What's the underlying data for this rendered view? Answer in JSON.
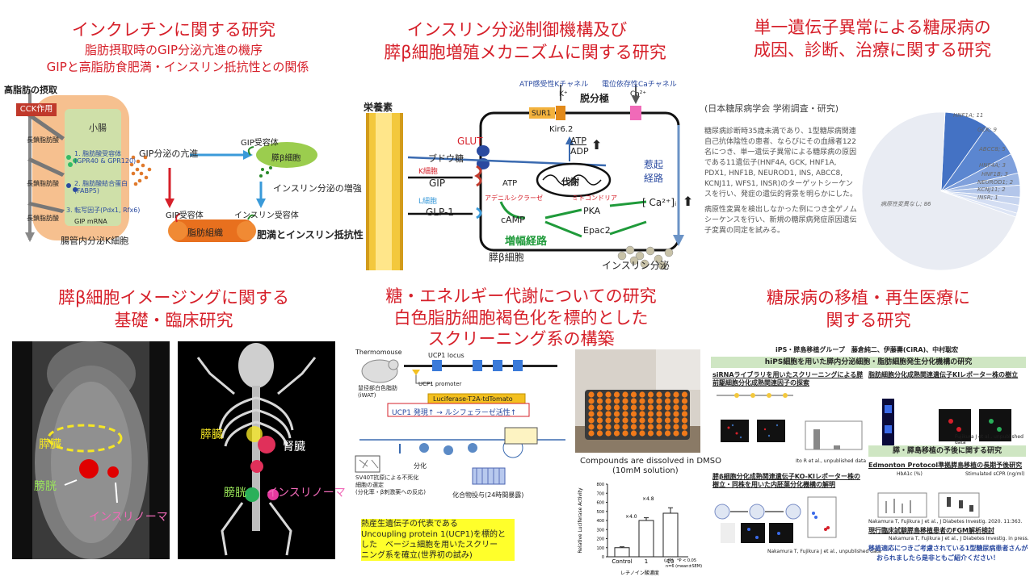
{
  "panels": {
    "incretin": {
      "title": "インクレチンに関する研究",
      "subtitle1": "脂肪摂取時のGIP分泌亢進の機序",
      "subtitle2": "GIPと高脂肪食肥満・インスリン抵抗性との関係",
      "fat_intake": "高脂肪の摂取",
      "cck": "CCK作用",
      "small_intestine": "小腸",
      "fa1": "長鎖脂肪酸",
      "fa2": "長鎖脂肪酸",
      "fa3": "長鎖脂肪酸",
      "item1": "1. 脂肪酸受容体",
      "item1b": "(GPR40 & GPR120)",
      "item2": "2. 脂肪酸結合蛋白",
      "item2b": "(FABP5)",
      "item3": "3. 転写因子(Pdx1, Rfx6)",
      "gip_mrna": "GIP mRNA",
      "k_cell": "腸管内分泌K細胞",
      "gip_secretion": "GIP分泌の亢進",
      "gip_receptor_top": "GIP受容体",
      "beta_cell": "膵β細胞",
      "insulin_increase": "インスリン分泌の増強",
      "gip_receptor_low": "GIP受容体",
      "insulin_receptor": "インスリン受容体",
      "adipose": "脂肪組織",
      "obesity": "肥満とインスリン抵抗性"
    },
    "insulin": {
      "title1": "インスリン分泌制御機構及び",
      "title2": "膵β細胞増殖メカニズムに関する研究",
      "katp": "ATP感受性Kチャネル",
      "ca_channel": "電位依存性Caチャネル",
      "kplus": "K⁺",
      "ca2plus": "Ca²⁺",
      "depolarization": "脱分極",
      "nutrients": "栄養素",
      "glut": "GLUT",
      "glucose": "ブドウ糖",
      "sur1": "SUR1",
      "kir": "Kir6.2",
      "atp_adp_1": "ATP",
      "atp_adp_2": "ADP",
      "metabolism": "代謝",
      "trigger": "惹起",
      "trigger2": "経路",
      "k_cell": "K細胞",
      "l_cell": "L細胞",
      "gip": "GIP",
      "glp1": "GLP-1",
      "atp": "ATP",
      "adenylyl": "アデニルシクラーゼ",
      "mito": "ミトコンドリア",
      "camp": "cAMP",
      "pka": "PKA",
      "epac": "Epac2",
      "ca_i": "[ Ca²⁺]ᵢ",
      "amplify": "増幅経路",
      "beta_cell": "膵β細胞",
      "secretion": "インスリン分泌"
    },
    "monogenic": {
      "title1": "単一遺伝子異常による糖尿病の",
      "title2": "成因、診断、治療に関する研究",
      "source": "(日本糖尿病学会 学術調査・研究)",
      "para1": "糖尿病診断時35歳未満であり、1型糖尿病関連自己抗体陰性の患者、ならびにその血縁者122名につき、単一遺伝子異常による糖尿病の原因である11遺伝子(HNF4A, GCK, HNF1A, PDX1, HNF1B, NEUROD1, INS, ABCC8, KCNJ11, WFS1, INSR)のターゲットシーケンスを行い、発症の遺伝的背景を明らかにした。",
      "para2": "病原性変異を検出しなかった例につき全ゲノムシーケンスを行い、新規の糖尿病発症原因遺伝子変異の同定を試みる。"
    },
    "imaging": {
      "title1": "膵β細胞イメージングに関する",
      "title2": "基礎・臨床研究",
      "pancreas1": "膵臓",
      "bladder1": "膀胱",
      "insulinoma1": "インスリノーマ",
      "pancreas2": "膵臓",
      "kidney": "腎臓",
      "bladder2": "膀胱",
      "insulinoma2": "インスリノーマ"
    },
    "energy": {
      "title1": "糖・エネルギー代謝についての研究",
      "title2": "白色脂肪細胞褐色化を標的とした",
      "title3": "スクリーニング系の構築",
      "thermomouse": "Thermomouse",
      "ucp1_locus": "UCP1 locus",
      "ucp1_promoter": "UCP1 promoter",
      "reporter": "Luciferase-T2A-tdTomato",
      "inguinal": "鼠径部白色脂肪",
      "inguinal2": "(iWAT)",
      "activity": "UCP1 発現↑ → ルシフェラーゼ活性↑",
      "sv40": "SV40T抗原による不死化",
      "sv40b": "細胞の選定",
      "sv40c": "(分化率・β刺激薬への反応)",
      "differentiation": "分化",
      "library": "化合物投与(24時間暴露)",
      "compounds_note1": "Compounds are dissolved in DMSO",
      "compounds_note2": "(10mM solution)",
      "chart_ylabel": "Relative Luciferase Activity",
      "chart_xlabel": "レチノイン酸濃度",
      "chart_unit": "(μM)",
      "chart_p": "*P < 0.05",
      "chart_n": "n=6 (mean±SEM)",
      "fold1": "×4.8",
      "fold2": "×4.0",
      "note1": "熱産生遺伝子の代表である",
      "note2": "Uncoupling protein 1(UCP1)を標的と",
      "note3": "した　ベージュ細胞を用いたスクリー",
      "note4": "ニング系を確立(世界初の試み)"
    },
    "transplant": {
      "title1": "糖尿病の移植・再生医療に",
      "title2": "関する研究",
      "group": "iPS・膵島移植グループ　藤倉純二、伊藤壽(CiRA)、中村聡宏",
      "header1": "hiPS細胞を用いた膵内分泌細胞・脂肪細胞発生分化機構の研究",
      "sirna": "siRNAライブラリを用いたスクリーニングによる膵前駆細胞分化成熟関連因子の探索",
      "adipo": "脂肪細胞分化成熟関連遺伝子KIレポーター株の樹立",
      "ito": "Ito R et al., unpublished data",
      "fujikura1": "Fujikura J et al., unpublished data",
      "ko": "膵β細胞分化成熟関連遺伝子KO-KIレポーター株の樹立・同株を用いた内胚葉分化機構の解明",
      "nakamura1": "Nakamura T, Fujikura J et al., unpublished data",
      "islet_header": "膵・膵島移植の予後に関する研究",
      "edmonton": "Edmonton Protocol準拠膵島移植の長期予後研究",
      "hba1c": "HbA1c (%)",
      "cpr": "Stimulated sCPR (ng/ml)",
      "nakamura2": "Nakamura T, Fujikura J et al., J Diabetes Investig. 2020. 11:363.",
      "fgm": "現行臨床試験膵島移植患者のFGM解析検討",
      "nakamura3": "Nakamura T, Fujikura J et al., J Diabetes Investig. in press.",
      "call1": "移植適応につきご考慮されている1型糖尿病患者さんが",
      "call2": "おられましたら是非ともご紹介ください！"
    }
  },
  "chart_data": [
    {
      "type": "pie",
      "title": "",
      "categories": [
        "HNF1A",
        "GCK",
        "ABCC8",
        "HNF4A",
        "HNF1B",
        "NEUROD1",
        "KCNJ11",
        "INSR",
        "病原性変異なし"
      ],
      "labels": [
        "HNF1A; 11",
        "GCK; 9",
        "ABCC8; 5",
        "HNF4A; 3",
        "HNF1B; 3",
        "NEUROD1; 2",
        "KCNJ11; 2",
        "INSR; 1",
        "病原性変異なし; 86"
      ],
      "values": [
        11,
        9,
        5,
        3,
        3,
        2,
        2,
        1,
        86
      ],
      "colors": [
        "#4472c4",
        "#5b86d0",
        "#7fa0dc",
        "#9db7e4",
        "#b3c6ea",
        "#c6d4ef",
        "#d4def3",
        "#dde5f5",
        "#e9ecf3"
      ]
    },
    {
      "type": "bar",
      "title": "",
      "categories": [
        "Control",
        "1",
        "10"
      ],
      "values": [
        100,
        400,
        480
      ],
      "errors": [
        10,
        30,
        60
      ],
      "xlabel": "レチノイン酸濃度",
      "ylabel": "Relative Luciferase Activity",
      "ylim": [
        0,
        800
      ],
      "yticks": [
        "0",
        "100",
        "200",
        "300",
        "400",
        "500",
        "600",
        "700",
        "800"
      ]
    }
  ]
}
